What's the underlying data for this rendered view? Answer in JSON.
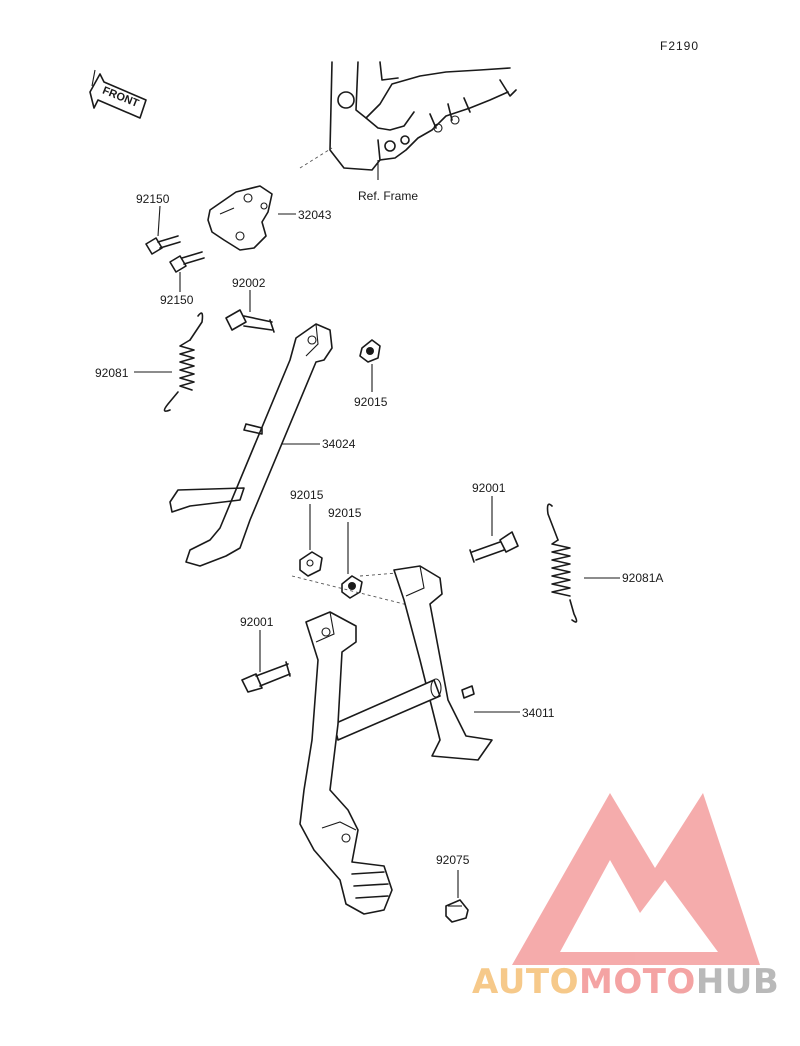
{
  "figure_code": "F2190",
  "direction_label": "FRONT",
  "reference_label": "Ref. Frame",
  "parts": {
    "p32043": "32043",
    "p92150_a": "92150",
    "p92150_b": "92150",
    "p92002": "92002",
    "p92081": "92081",
    "p92015_a": "92015",
    "p34024": "34024",
    "p92015_b": "92015",
    "p92015_c": "92015",
    "p92001_a": "92001",
    "p92081A": "92081A",
    "p92001_b": "92001",
    "p34011": "34011",
    "p92075": "92075"
  },
  "watermark": {
    "part1": "AUTO",
    "part2": "MOTO",
    "part3": "HUB",
    "color_auto": "#f6c98a",
    "color_moto": "#f4a3a3",
    "color_hub": "#b9b9b9",
    "logo_color": "#f4a3a3"
  }
}
